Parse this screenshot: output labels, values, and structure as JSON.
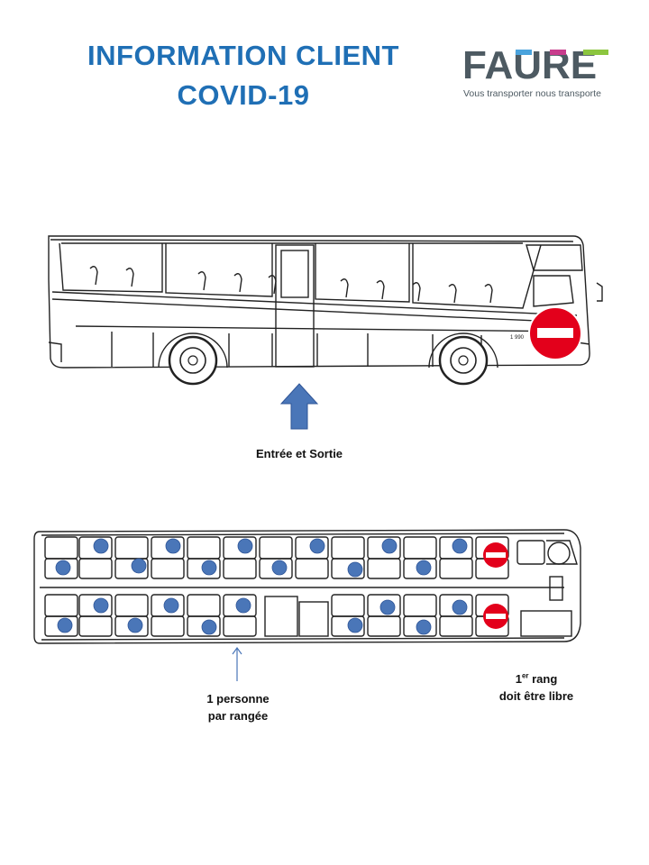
{
  "header": {
    "title_line1": "INFORMATION CLIENT",
    "title_line2": "COVID-19",
    "title_color": "#1f6fb5"
  },
  "logo": {
    "wordmark": "FAURE",
    "tagline": "Vous transporter nous transporte",
    "text_color": "#4d5a62",
    "accent_colors": [
      "#4aa3dd",
      "#c83c8c",
      "#8cc63f"
    ]
  },
  "side_view": {
    "door_arrow_label": "Entrée et Sortie",
    "arrow_color": "#4a76b8",
    "no_entry_color": "#e3001b",
    "bus_number": "1 990"
  },
  "top_view": {
    "rows_note_line1": "1 personne",
    "rows_note_line2": "par rangée",
    "first_row_note_num": "1",
    "first_row_note_sup": "er",
    "first_row_note_rest": " rang",
    "first_row_note_line2": "doit être libre",
    "occupant_color": "#4a76b8"
  }
}
